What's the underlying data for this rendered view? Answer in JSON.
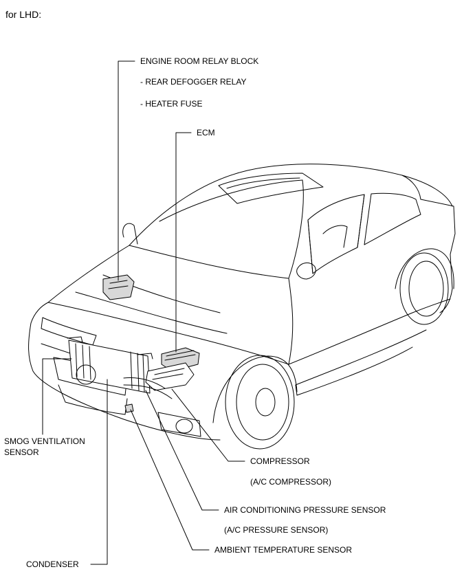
{
  "header": "for LHD:",
  "labels": {
    "engine_room_relay_block": "ENGINE ROOM RELAY BLOCK",
    "rear_defogger_relay": "- REAR DEFOGGER RELAY",
    "heater_fuse": "- HEATER FUSE",
    "ecm": "ECM",
    "smog_ventilation_sensor_line1": "SMOG VENTILATION",
    "smog_ventilation_sensor_line2": "SENSOR",
    "compressor": "COMPRESSOR",
    "ac_compressor": "(A/C COMPRESSOR)",
    "air_conditioning_pressure_sensor": "AIR CONDITIONING PRESSURE SENSOR",
    "ac_pressure_sensor": "(A/C PRESSURE SENSOR)",
    "ambient_temperature_sensor": "AMBIENT TEMPERATURE SENSOR",
    "condenser": "CONDENSER"
  },
  "colors": {
    "line": "#000000",
    "background": "#ffffff",
    "component_fill": "#d8d8d8"
  }
}
